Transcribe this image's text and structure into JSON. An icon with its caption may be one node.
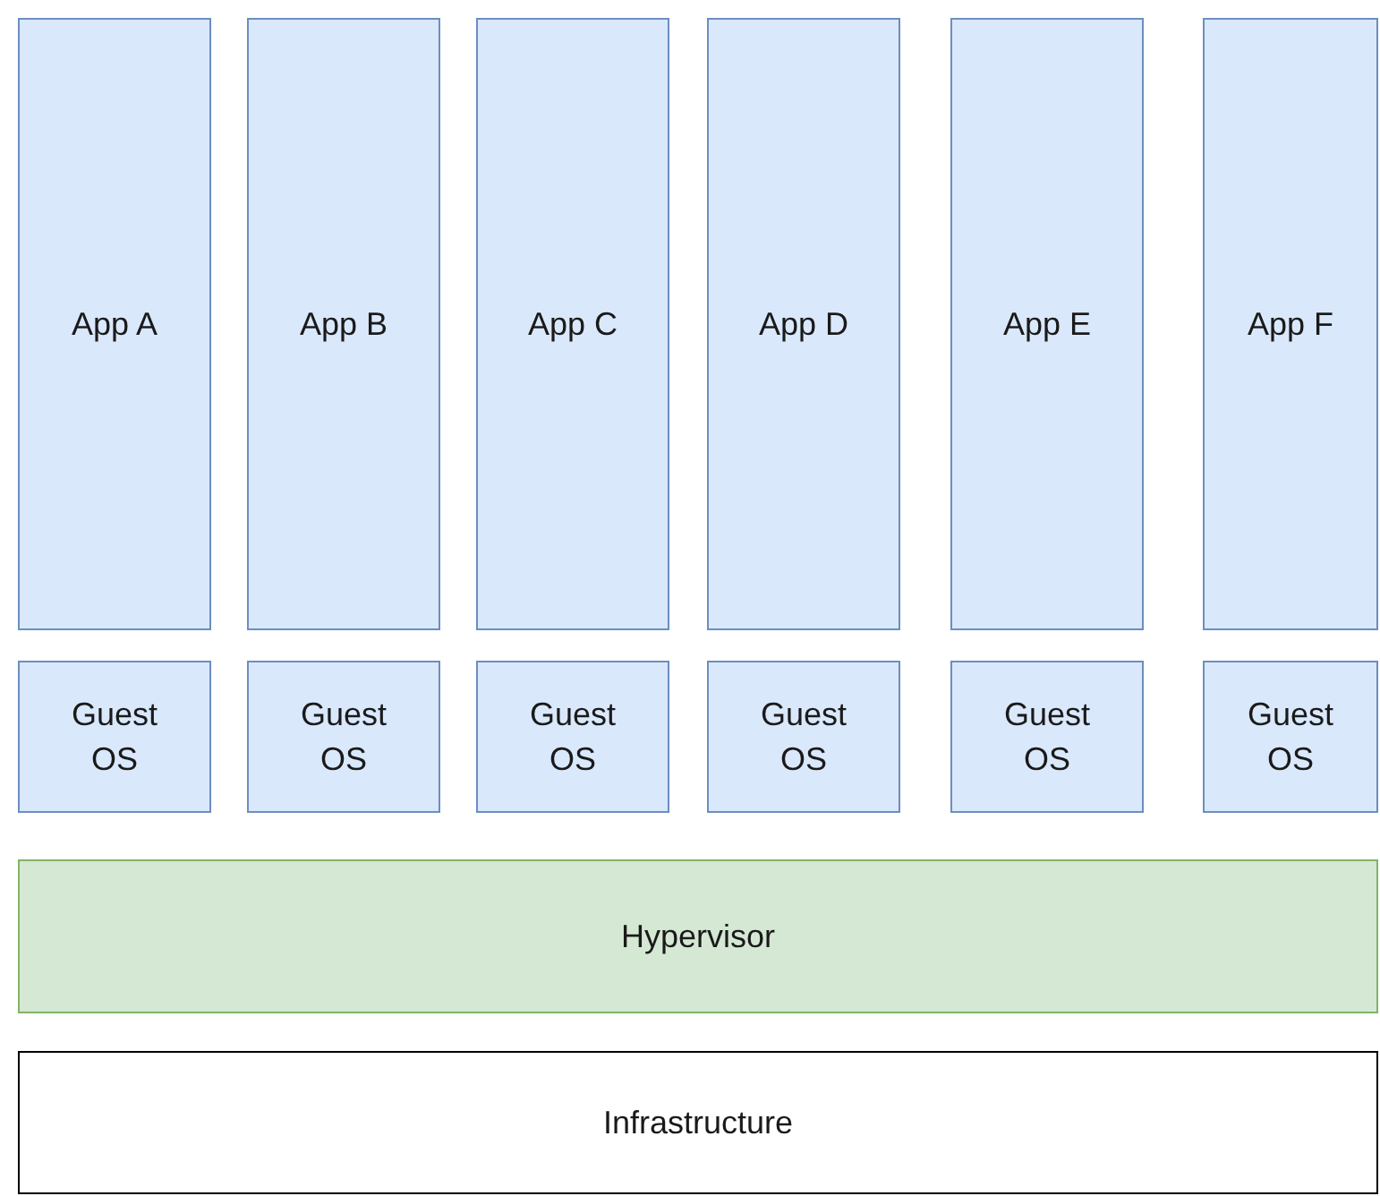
{
  "diagram": {
    "nodes": [
      {
        "text": [
          "App A"
        ]
      },
      {
        "text": [
          "App B"
        ]
      },
      {
        "text": [
          "App C"
        ]
      },
      {
        "text": [
          "App D"
        ]
      },
      {
        "text": [
          "App E"
        ]
      },
      {
        "text": [
          "App F"
        ]
      },
      {
        "text": [
          "Guest OS"
        ]
      },
      {
        "text": [
          "Guest OS"
        ]
      },
      {
        "text": [
          "Guest OS"
        ]
      },
      {
        "text": [
          "Guest OS"
        ]
      },
      {
        "text": [
          "Guest OS"
        ]
      },
      {
        "text": [
          "Guest OS"
        ]
      },
      {
        "text": [
          "Hypervisor"
        ]
      },
      {
        "text": [
          "Infrastructure"
        ]
      }
    ]
  }
}
